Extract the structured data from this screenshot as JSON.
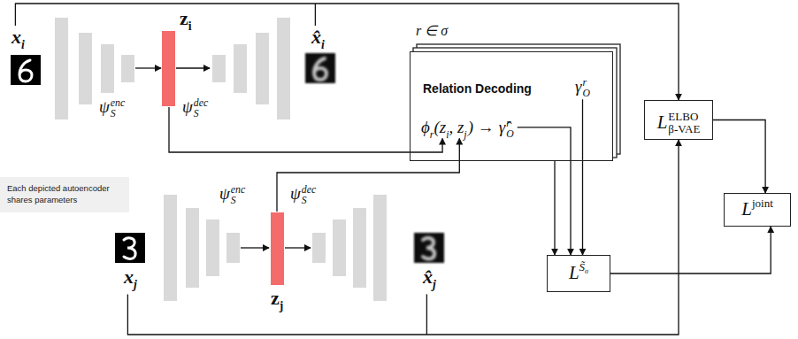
{
  "diagram": {
    "nodes": [
      {
        "text": [
          "Relation Decoding",
          "γ",
          "r",
          "O",
          "ϕ",
          "r",
          "(z",
          "i",
          ", z",
          "j",
          ") →",
          "γ̂",
          "r",
          "O"
        ]
      },
      {
        "text": [
          "L",
          "ELBO",
          "β-VAE"
        ]
      },
      {
        "text": [
          "Each depicted autoencoder shares parameters"
        ]
      },
      {
        "text": [
          "L",
          "joint"
        ]
      },
      {
        "text": [
          "L",
          "S̃",
          "σ"
        ]
      }
    ],
    "edges": [
      {
        "from": 0,
        "to": 4,
        "arrow": "to"
      },
      {
        "from": 0,
        "to": 4,
        "arrow": "to"
      },
      {
        "from": 0,
        "to": 4,
        "arrow": "to"
      },
      {
        "from": 1,
        "to": 3,
        "arrow": "to"
      },
      {
        "from": 4,
        "to": 3,
        "arrow": "to"
      }
    ],
    "labels": [
      "x",
      "i",
      "z",
      "i",
      "x̂",
      "i",
      "ψ",
      "enc",
      "S",
      "ψ",
      "dec",
      "S",
      "r ∈ σ",
      "ψ",
      "enc",
      "S",
      "ψ",
      "dec",
      "S",
      "x",
      "j",
      "z",
      "j",
      "x̂",
      "j"
    ]
  }
}
